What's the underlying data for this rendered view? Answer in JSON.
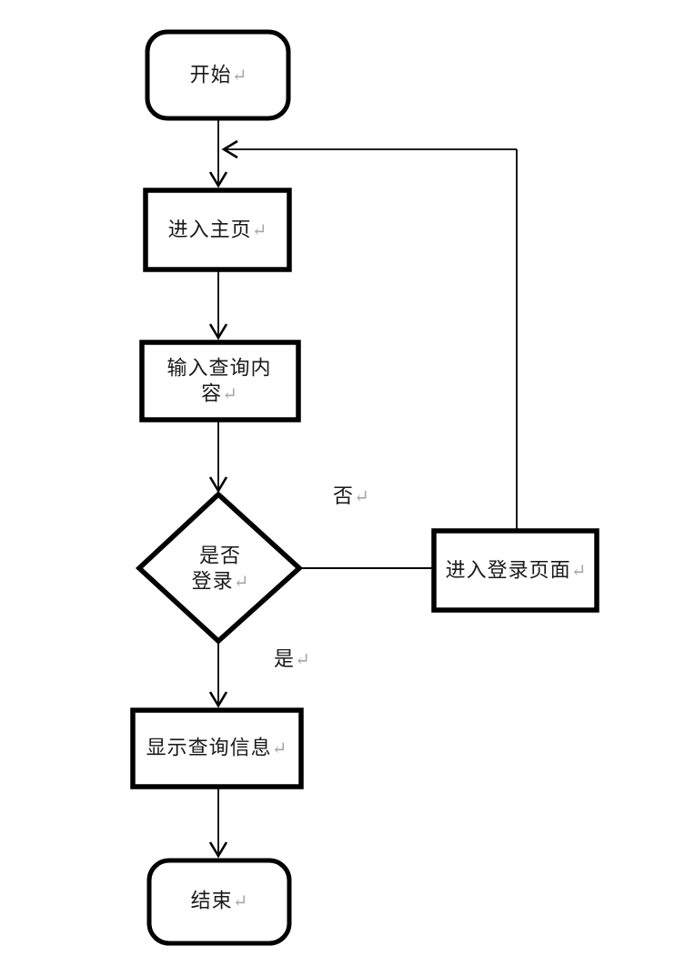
{
  "diagram": {
    "title": "login-query-flowchart",
    "nodes": {
      "start": {
        "type": "terminator",
        "label": "开始"
      },
      "enter_home": {
        "type": "process",
        "label": "进入主页"
      },
      "input_query": {
        "type": "process",
        "lines": [
          "输入查询内",
          "容"
        ]
      },
      "is_logged_in": {
        "type": "decision",
        "lines": [
          "是否",
          "登录"
        ]
      },
      "enter_login": {
        "type": "process",
        "label": "进入登录页面"
      },
      "show_results": {
        "type": "process",
        "label": "显示查询信息"
      },
      "end": {
        "type": "terminator",
        "label": "结束"
      }
    },
    "edge_labels": {
      "no": "否",
      "yes": "是"
    },
    "marks": {
      "paragraph_return": "↵"
    },
    "colors": {
      "shape_stroke": "#000000",
      "connector_stroke": "#000000",
      "text": "#1a1a1a",
      "paragraph_mark": "#a6a6a6",
      "background": "#ffffff"
    }
  }
}
